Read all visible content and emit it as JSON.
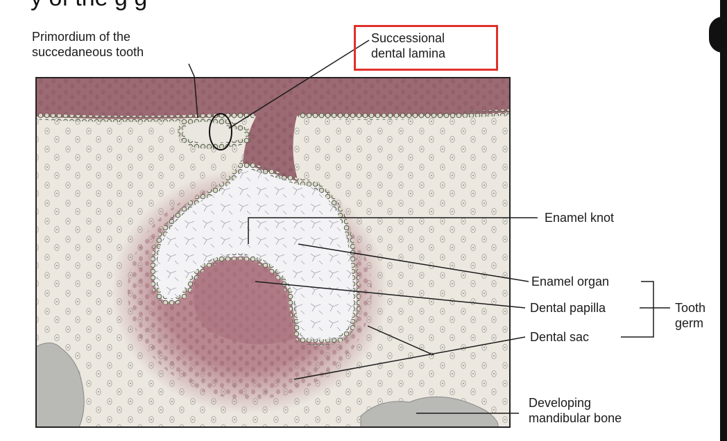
{
  "heading_fragment": "y of the g                                              g",
  "labels": {
    "primordium": "Primordium of the\nsuccedaneous tooth",
    "successional": "Successional\ndental lamina",
    "enamel_knot": "Enamel knot",
    "enamel_organ": "Enamel organ",
    "dental_papilla": "Dental papilla",
    "dental_sac": "Dental sac",
    "tooth_germ": "Tooth\ngerm",
    "mandibular_bone": "Developing\nmandibular bone"
  },
  "colors": {
    "highlight_box": "#e0302b",
    "epithelium": "#9b6a73",
    "dental_sac": "#b98790",
    "mesenchyme": "#ece8e0",
    "enamel_organ": "#f3f3f6",
    "bone": "#b9b9b6",
    "line": "#1a1a1a"
  }
}
